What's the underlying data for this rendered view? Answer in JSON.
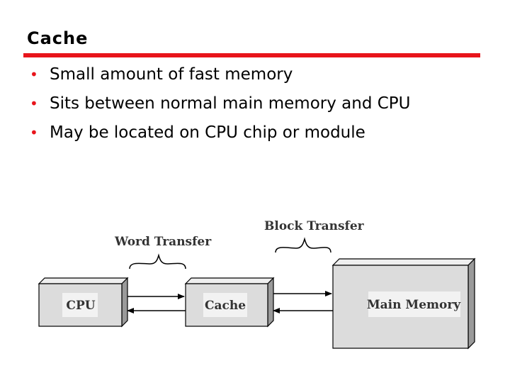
{
  "slide": {
    "title": "Cache",
    "bullets": [
      "Small amount of fast memory",
      "Sits between normal main memory and CPU",
      "May be located on CPU chip or module"
    ]
  },
  "diagram": {
    "labels": {
      "word_transfer": "Word Transfer",
      "block_transfer": "Block Transfer"
    },
    "boxes": {
      "cpu": "CPU",
      "cache": "Cache",
      "main_memory": "Main Memory"
    }
  },
  "colors": {
    "accent": "#e8141b",
    "box_face": "#dcdcdc",
    "box_top": "#efefef",
    "box_side": "#9a9a9a"
  }
}
